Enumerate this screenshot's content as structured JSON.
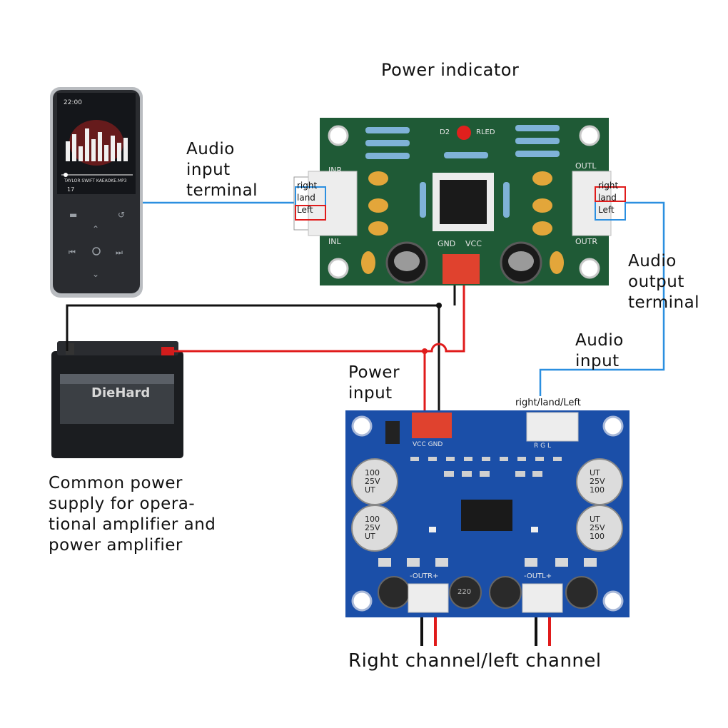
{
  "labels": {
    "power_indicator": "Power indicator",
    "audio_input_terminal": "Audio\ninput\nterminal",
    "audio_output_terminal": "Audio\noutput\nterminal",
    "audio_input": "Audio\ninput",
    "power_input": "Power\ninput",
    "common_power": "Common power\nsupply for opera-\ntional amplifier and\npower amplifier",
    "right_left_channel": "Right channel/left channel"
  },
  "connector_in": {
    "right": "right",
    "land": "land",
    "left": "Left"
  },
  "connector_out": {
    "right": "right",
    "land": "land",
    "left": "Left"
  },
  "amp_input_label": "right/land/Left",
  "opamp_board": {
    "inr": "INR",
    "inl": "INL",
    "outl": "OUTL",
    "outr": "OUTR",
    "gnd": "GND",
    "vcc": "VCC",
    "d2": "D2",
    "rled": "RLED"
  },
  "amp_board": {
    "gnd": "GND",
    "vcc": "VCC",
    "outr": "-OUTR+",
    "outl": "-OUTL+",
    "l": "L",
    "g": "G",
    "r": "R",
    "cap_top_left": "100\n25V\nUT",
    "cap_bottom_left": "100\n25V\nUT",
    "cap_top_right": "UT\n25V\n100",
    "cap_bottom_right": "UT\n25V\n100",
    "inductor": "220"
  },
  "player": {
    "time": "22:00",
    "song": "TAYLOR SWIFT KAEAOKE.MP3",
    "track": "17"
  },
  "battery": {
    "brand": "DieHard"
  },
  "colors": {
    "wire_red": "#e01b1b",
    "wire_black": "#111111",
    "wire_blue": "#2b8fe0",
    "pcb_green": "#1f5a36",
    "pcb_blue": "#1b4fa8"
  }
}
